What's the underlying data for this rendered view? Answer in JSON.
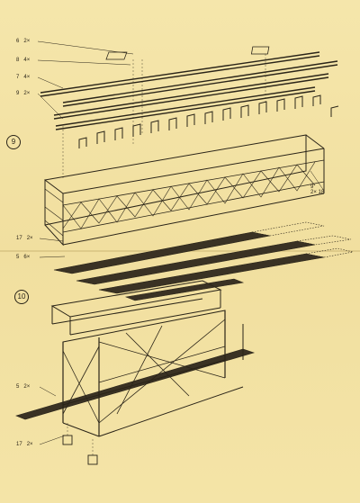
{
  "steps": [
    {
      "number": "9"
    },
    {
      "number": "10"
    }
  ],
  "callouts": {
    "s9_a": {
      "part": "6",
      "qty": "2×"
    },
    "s9_b": {
      "part": "8",
      "qty": "4×"
    },
    "s9_c": {
      "part": "7",
      "qty": "4×"
    },
    "s9_d": {
      "part": "9",
      "qty": "2×"
    },
    "s9_e": {
      "part": "9",
      "qty": "2× 18"
    },
    "s10_a": {
      "part": "17",
      "qty": "2×"
    },
    "s10_b": {
      "part": "5",
      "qty": "6×"
    },
    "s10_c": {
      "part": "5",
      "qty": "2×"
    },
    "s10_d": {
      "part": "17",
      "qty": "2×"
    }
  },
  "colors": {
    "paper": "#f3e3a6",
    "ink": "#2a2418"
  }
}
